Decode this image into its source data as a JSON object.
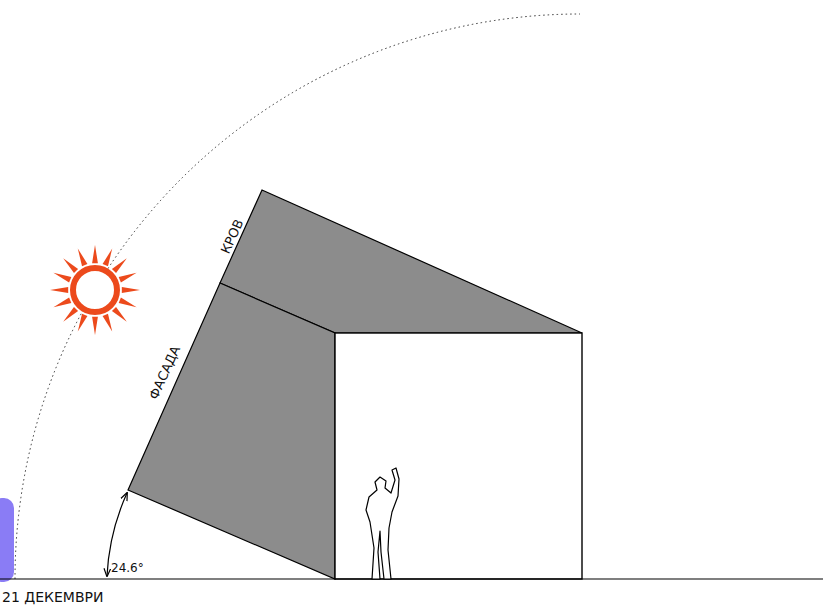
{
  "diagram": {
    "labels": [
      "КРОВ",
      "ФАСАДА",
      "24.6°",
      "21 ДЕКЕМВРИ"
    ]
  }
}
